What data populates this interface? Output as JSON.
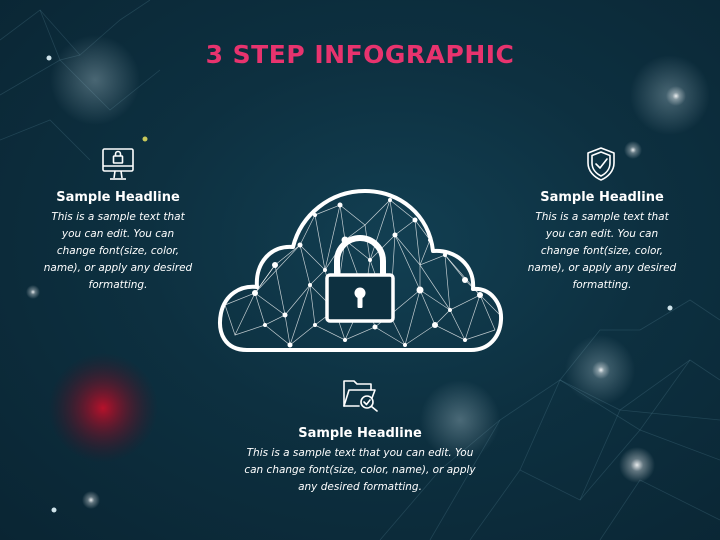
{
  "title": "3 STEP INFOGRAPHIC",
  "steps": [
    {
      "headline": "Sample Headline",
      "body": "This is a sample text that you can edit. You can change font(size, color, name), or apply any desired formatting.",
      "icon": "monitor-lock-icon"
    },
    {
      "headline": "Sample Headline",
      "body": "This is a sample text that you can edit. You can change font(size, color, name), or apply any desired formatting.",
      "icon": "shield-check-icon"
    },
    {
      "headline": "Sample Headline",
      "body": "This is a sample text that you can edit. You can change font(size, color, name), or apply any desired formatting.",
      "icon": "folder-search-icon"
    }
  ],
  "center_graphic": "cloud-padlock-network-icon",
  "colors": {
    "title": "#e8336e",
    "text": "#ffffff",
    "background": "#0d3040"
  }
}
